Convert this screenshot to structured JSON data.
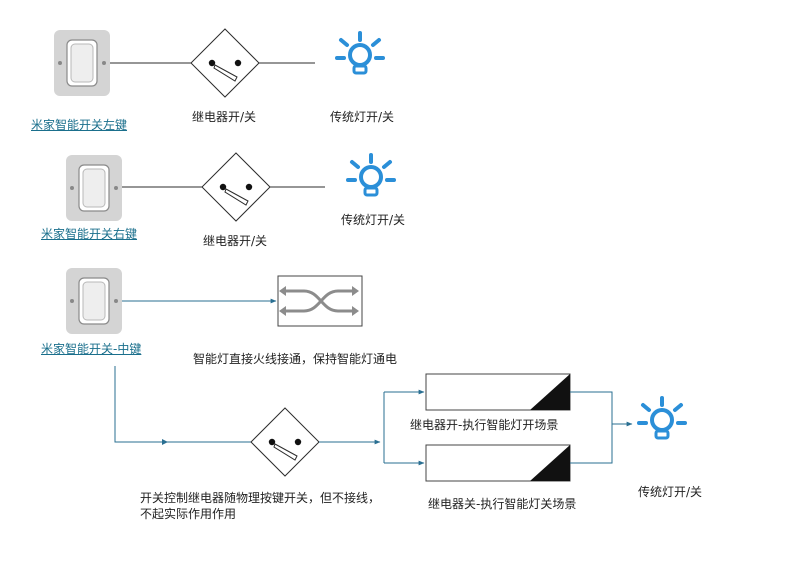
{
  "switches": {
    "left_label": "米家智能开关左键",
    "right_label": "米家智能开关右键",
    "middle_label": "米家智能开关-中键"
  },
  "relay": {
    "label_1": "继电器开/关",
    "label_2": "继电器开/关",
    "on_scene": "继电器开-执行智能灯开场景",
    "off_scene": "继电器关-执行智能灯关场景"
  },
  "lamp": {
    "label_1": "传统灯开/关",
    "label_2": "传统灯开/关",
    "label_3": "传统灯开/关"
  },
  "notes": {
    "direct_power": "智能灯直接火线接通，保持智能灯通电",
    "switch_control": "开关控制继电器随物理按键开关，但不接线，不起实际作用作用"
  },
  "colors": {
    "line": "#2c2c2c",
    "flow_line": "#2a6f92",
    "bulb": "#2b8fd8",
    "switch_plate": "#d4d4d4",
    "link": "#1a6f8c",
    "crossover_arrow": "#8c8c8c"
  }
}
